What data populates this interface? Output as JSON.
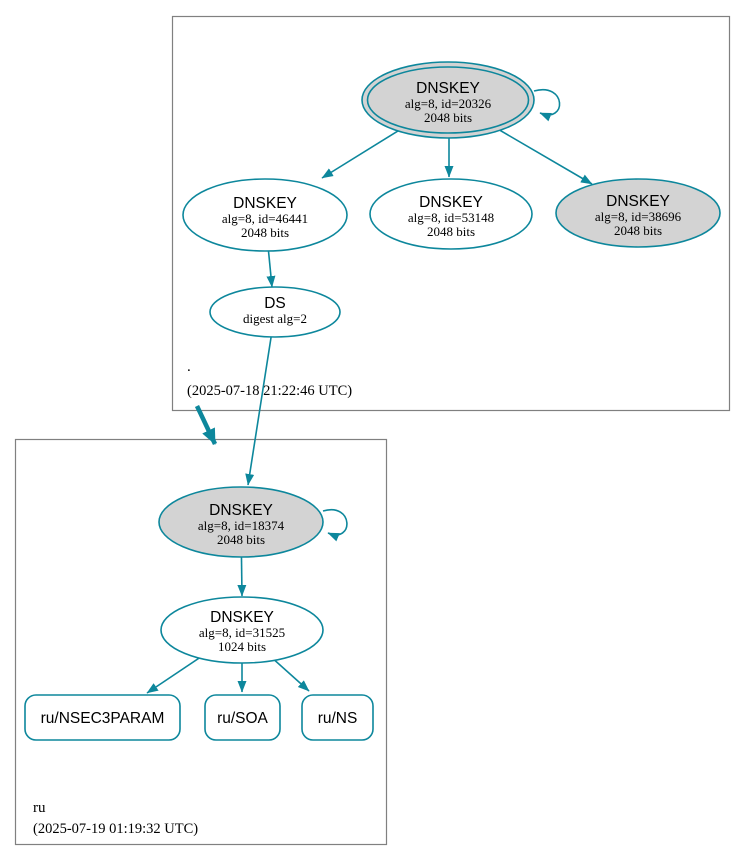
{
  "colors": {
    "secure_teal": "#0d879c",
    "node_fill_gray": "#d3d3d3",
    "node_fill_white": "#ffffff",
    "zone_box_border": "#808080",
    "text": "#000000"
  },
  "root_zone": {
    "label": ".",
    "timestamp": "(2025-07-18 21:22:46 UTC)",
    "ksk": {
      "title": "DNSKEY",
      "alg": "alg=8, id=20326",
      "bits": "2048 bits"
    },
    "zsk1": {
      "title": "DNSKEY",
      "alg": "alg=8, id=46441",
      "bits": "2048 bits"
    },
    "zsk2": {
      "title": "DNSKEY",
      "alg": "alg=8, id=53148",
      "bits": "2048 bits"
    },
    "ksk2": {
      "title": "DNSKEY",
      "alg": "alg=8, id=38696",
      "bits": "2048 bits"
    },
    "ds": {
      "title": "DS",
      "digest": "digest alg=2"
    }
  },
  "ru_zone": {
    "label": "ru",
    "timestamp": "(2025-07-19 01:19:32 UTC)",
    "ksk": {
      "title": "DNSKEY",
      "alg": "alg=8, id=18374",
      "bits": "2048 bits"
    },
    "zsk": {
      "title": "DNSKEY",
      "alg": "alg=8, id=31525",
      "bits": "1024 bits"
    },
    "rrsets": [
      {
        "label": "ru/NSEC3PARAM"
      },
      {
        "label": "ru/SOA"
      },
      {
        "label": "ru/NS"
      }
    ]
  }
}
